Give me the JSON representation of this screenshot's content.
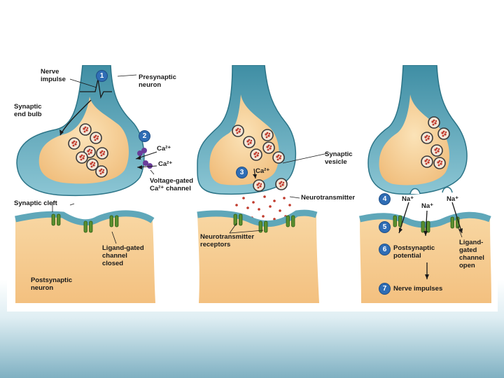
{
  "figure": {
    "labels": {
      "nerve_impulse": "Nerve\nimpulse",
      "presynaptic_neuron": "Presynaptic\nneuron",
      "synaptic_end_bulb": "Synaptic\nend bulb",
      "ca_ion_1": "Ca²⁺",
      "ca_ion_2": "Ca²⁺",
      "voltage_gated": "Voltage-gated\nCa²⁺ channel",
      "synaptic_cleft": "Synaptic cleft",
      "ligand_closed": "Ligand-gated\nchannel\nclosed",
      "postsynaptic_neuron": "Postsynaptic\nneuron",
      "ca_ion_3": "Ca²⁺",
      "synaptic_vesicle": "Synaptic\nvesicle",
      "neurotransmitter": "Neurotransmitter",
      "nt_receptors": "Neurotransmitter\nreceptors",
      "na_1": "Na⁺",
      "na_2": "Na⁺",
      "na_3": "Na⁺",
      "ligand_open": "Ligand-\ngated\nchannel\nopen",
      "postsynaptic_potential": "Postsynaptic\npotential",
      "nerve_impulses": "Nerve impulses"
    },
    "steps": [
      "1",
      "2",
      "3",
      "4",
      "5",
      "6",
      "7"
    ],
    "colors": {
      "neuron_membrane": "#5fa7b9",
      "neuron_dark": "#2f7d93",
      "cytoplasm": "#f6cf92",
      "vesicle_ring": "#333333",
      "neurotransmitter": "#c0392b",
      "channel": "#5a8f2e",
      "ca_channel": "#6a3d9a",
      "step_badge": "#2f6db5"
    }
  }
}
